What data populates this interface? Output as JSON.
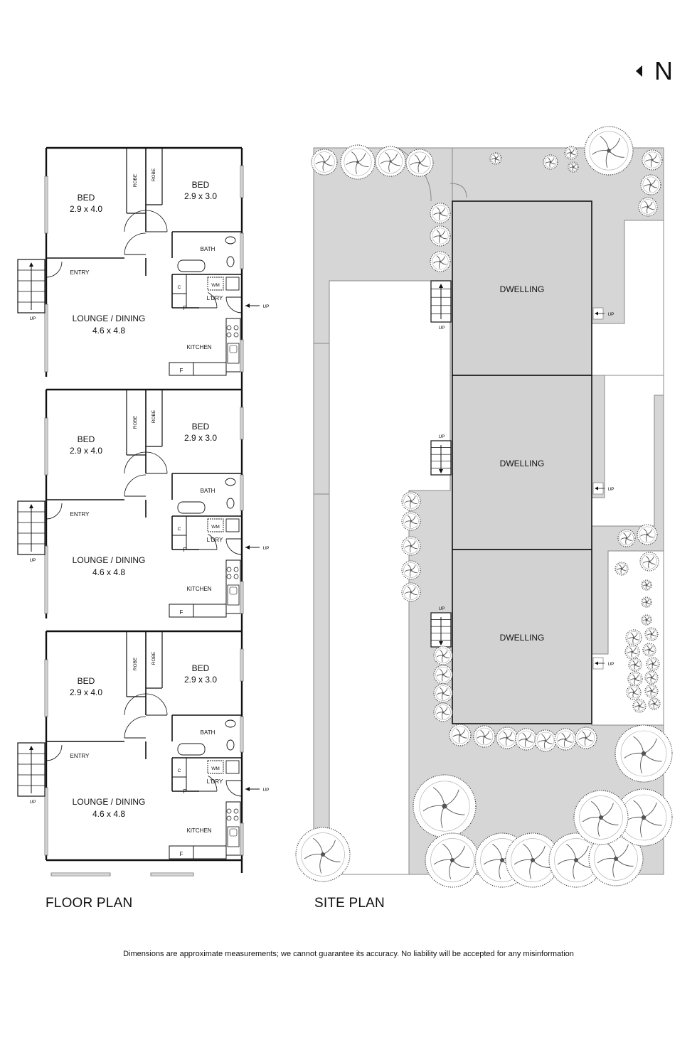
{
  "north_label": "N",
  "floor_plan": {
    "title": "FLOOR PLAN",
    "units": [
      {
        "bed_left": {
          "name": "BED",
          "size": "2.9 x 4.0"
        },
        "bed_right": {
          "name": "BED",
          "size": "2.9 x 3.0"
        },
        "robe_left": "ROBE",
        "robe_right": "ROBE",
        "bath": "BATH",
        "entry": "ENTRY",
        "lounge": {
          "name": "LOUNGE / DINING",
          "size": "4.6 x 4.8"
        },
        "laundry": "L'DRY",
        "wm": "WM",
        "cupboard": "C",
        "pantry": "P",
        "kitchen": "KITCHEN",
        "fridge": "F",
        "up_stair": "UP",
        "up_side": "UP"
      },
      {
        "bed_left": {
          "name": "BED",
          "size": "2.9 x 4.0"
        },
        "bed_right": {
          "name": "BED",
          "size": "2.9 x 3.0"
        },
        "robe_left": "ROBE",
        "robe_right": "ROBE",
        "bath": "BATH",
        "entry": "ENTRY",
        "lounge": {
          "name": "LOUNGE / DINING",
          "size": "4.6 x 4.8"
        },
        "laundry": "L'DRY",
        "wm": "WM",
        "cupboard": "C",
        "pantry": "P",
        "kitchen": "KITCHEN",
        "fridge": "F",
        "up_stair": "UP",
        "up_side": "UP"
      },
      {
        "bed_left": {
          "name": "BED",
          "size": "2.9 x 4.0"
        },
        "bed_right": {
          "name": "BED",
          "size": "2.9 x 3.0"
        },
        "robe_left": "ROBE",
        "robe_right": "ROBE",
        "bath": "BATH",
        "entry": "ENTRY",
        "lounge": {
          "name": "LOUNGE / DINING",
          "size": "4.6 x 4.8"
        },
        "laundry": "L'DRY",
        "wm": "WM",
        "cupboard": "C",
        "pantry": "P",
        "kitchen": "KITCHEN",
        "fridge": "F",
        "up_stair": "UP",
        "up_side": "UP"
      }
    ]
  },
  "site_plan": {
    "title": "SITE PLAN",
    "dwellings": [
      {
        "label": "DWELLING",
        "up_left": "UP",
        "up_right": "UP"
      },
      {
        "label": "DWELLING",
        "up_left": "UP",
        "up_right": "UP"
      },
      {
        "label": "DWELLING",
        "up_left": "UP",
        "up_right": "UP"
      }
    ]
  },
  "disclaimer": "Dimensions are approximate measurements; we cannot guarantee its accuracy. No liability will be accepted for any misinformation",
  "colors": {
    "paving": "#d6d6d6",
    "walls": "#111111",
    "background": "#ffffff"
  }
}
